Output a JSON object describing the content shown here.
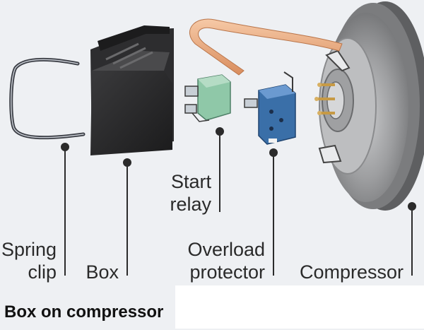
{
  "labels": {
    "spring_clip_line1": "Spring",
    "spring_clip_line2": "clip",
    "box": "Box",
    "start_relay_line1": "Start",
    "start_relay_line2": "relay",
    "overload_line1": "Overload",
    "overload_line2": "protector",
    "compressor": "Compressor"
  },
  "caption": {
    "heading": "Box on compressor",
    "body": "                                    "
  },
  "colors": {
    "background": "#eef0f3",
    "box": "#2b2b2d",
    "relay": "#8fc8a8",
    "overload": "#3a6fa8",
    "compressor_shell": "#8e8f91",
    "tube": "#e8a67a",
    "leader": "#2b2b2b"
  }
}
